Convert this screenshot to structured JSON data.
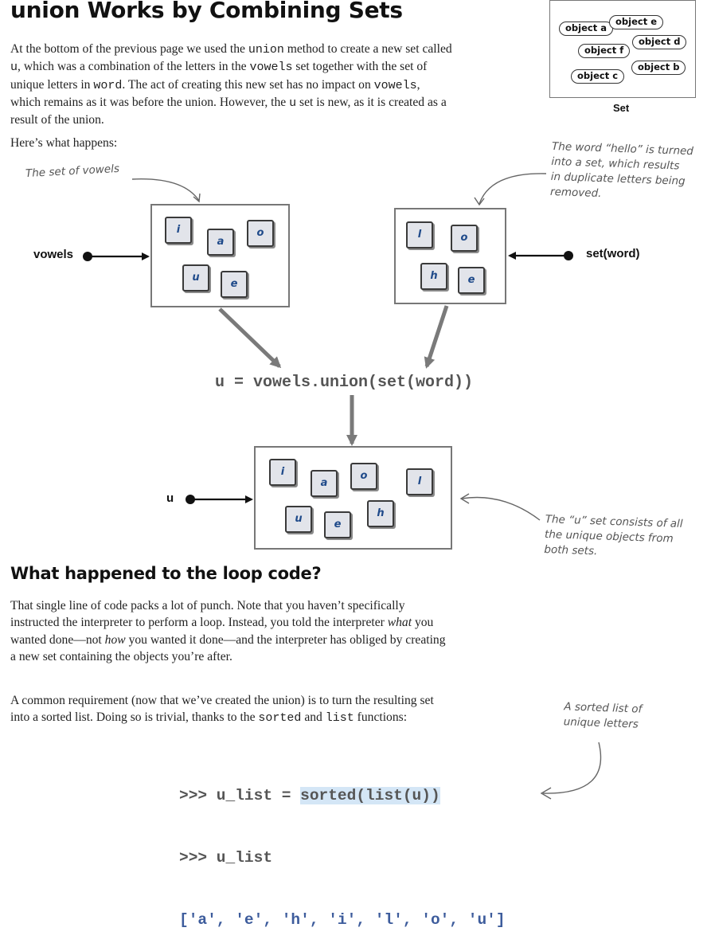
{
  "title": "union Works by Combining Sets",
  "intro": {
    "p1_parts": [
      "At the bottom of the previous page we used the ",
      "union",
      " method to create a new set called ",
      "u",
      ", which was a combination of the letters in the ",
      "vowels",
      " set together with the set of unique letters in ",
      "word",
      ". The act of creating this new set has no impact on ",
      "vowels",
      ", which remains as it was before the union. However, the ",
      "u",
      " set is new, as it is created as a result of the union."
    ],
    "p2": "Here’s what happens:"
  },
  "set_legend": {
    "objects": [
      "object a",
      "object e",
      "object d",
      "object f",
      "object b",
      "object c"
    ],
    "caption": "Set"
  },
  "diagram": {
    "vowels_label": "vowels",
    "word_label": "set(word)",
    "u_label": "u",
    "vowels_set": [
      "i",
      "a",
      "o",
      "u",
      "e"
    ],
    "word_set": [
      "l",
      "o",
      "h",
      "e"
    ],
    "union_set": [
      "i",
      "a",
      "o",
      "l",
      "u",
      "e",
      "h"
    ],
    "code": "u = vowels.union(set(word))",
    "note_vowels": "The set of vowels",
    "note_word": [
      "The word “hello” is turned",
      "into a set, which results",
      "in duplicate letters being",
      "removed."
    ],
    "note_union": [
      "The “u” set consists of all",
      "the unique objects from",
      "both sets."
    ]
  },
  "section2_title": "What happened to the loop code?",
  "loop": {
    "p1_parts": [
      "That single line of code packs a lot of punch. Note that you haven’t specifically instructed the interpreter to perform a loop. Instead, you told the interpreter ",
      "what",
      " you wanted done—not ",
      "how",
      " you wanted it done—and the interpreter has obliged by creating a new set containing the objects you’re after."
    ],
    "p2_parts": [
      "A common requirement (now that we’ve created the union) is to turn the resulting set into a sorted list. Doing so is trivial, thanks to the ",
      "sorted",
      " and ",
      "list",
      " functions:"
    ]
  },
  "session": {
    "line1_prompt": ">>> u_list = ",
    "line1_call": "sorted(list(u))",
    "line2": ">>> u_list",
    "line3": "['a', 'e', 'h', 'i', 'l', 'o', 'u']"
  },
  "note_sorted": [
    "A sorted list of",
    "unique letters"
  ]
}
